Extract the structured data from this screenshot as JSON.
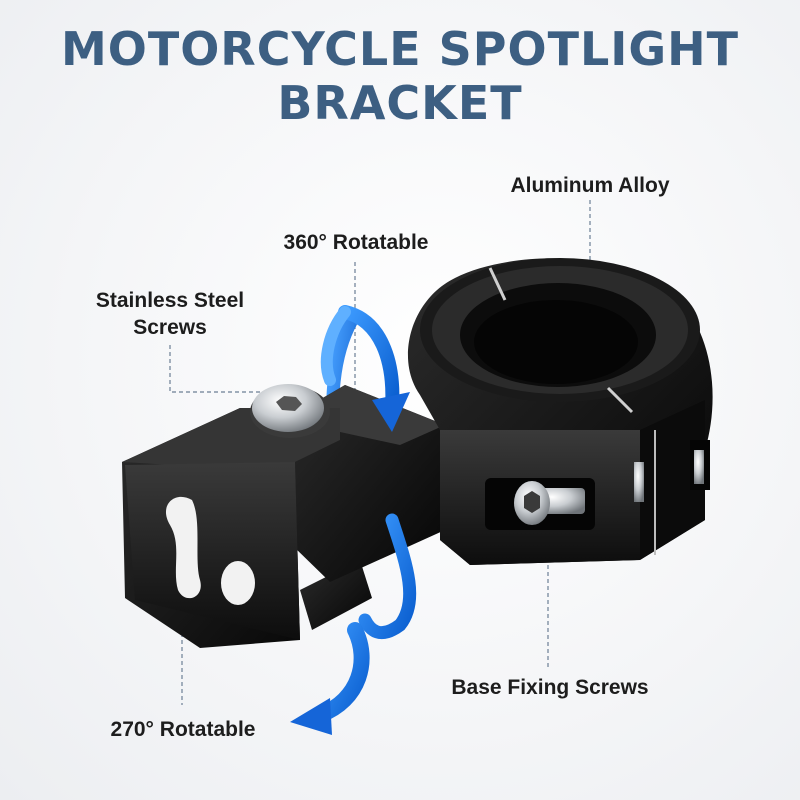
{
  "title": {
    "line1": "MOTORCYCLE SPOTLIGHT",
    "line2": "BRACKET"
  },
  "callouts": {
    "aluminum_alloy": "Aluminum Alloy",
    "rotatable_360": "360° Rotatable",
    "stainless_screws_line1": "Stainless Steel",
    "stainless_screws_line2": "Screws",
    "base_fixing_screws": "Base Fixing Screws",
    "rotatable_270": "270° Rotatable"
  },
  "colors": {
    "title": "#3d5f82",
    "arrow_blue": "#1a74e0",
    "bracket_black": "#111111",
    "leader_line": "#6c7f95"
  }
}
